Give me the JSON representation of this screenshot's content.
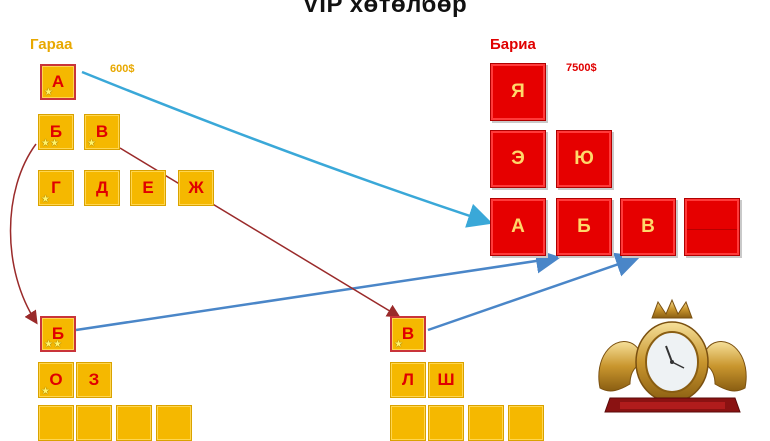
{
  "title": "VIP хөтөлбөр",
  "start": {
    "label": "Гараа",
    "price": "600$"
  },
  "goal": {
    "label": "Бариа",
    "price": "7500$"
  },
  "start_tree": [
    {
      "letter": "А",
      "stars": "★"
    },
    {
      "letter": "Б",
      "stars": "★★"
    },
    {
      "letter": "В",
      "stars": "★"
    },
    {
      "letter": "Г",
      "stars": "★"
    },
    {
      "letter": "Д",
      "stars": ""
    },
    {
      "letter": "Е",
      "stars": ""
    },
    {
      "letter": "Ж",
      "stars": ""
    }
  ],
  "goal_tree": [
    "Я",
    "Э",
    "Ю",
    "А",
    "Б",
    "В",
    ""
  ],
  "branch_left": [
    {
      "letter": "Б",
      "stars": "★★"
    },
    {
      "letter": "О",
      "stars": "★"
    },
    {
      "letter": "З",
      "stars": ""
    },
    {
      "letter": "",
      "stars": ""
    },
    {
      "letter": "",
      "stars": ""
    },
    {
      "letter": "",
      "stars": ""
    },
    {
      "letter": "",
      "stars": ""
    }
  ],
  "branch_right": [
    {
      "letter": "В",
      "stars": "★"
    },
    {
      "letter": "Л",
      "stars": ""
    },
    {
      "letter": "Ш",
      "stars": ""
    },
    {
      "letter": "",
      "stars": ""
    },
    {
      "letter": "",
      "stars": ""
    },
    {
      "letter": "",
      "stars": ""
    },
    {
      "letter": "",
      "stars": ""
    }
  ],
  "colors": {
    "cell_yellow": "#f5b800",
    "cell_red": "#e60000",
    "letter_red": "#e00000",
    "arrow_cyan": "#3aa8d8",
    "arrow_blue": "#4a86c8",
    "arrow_darkred": "#9a2a2a"
  },
  "emblem_icon": "lion-crest-clock-icon"
}
